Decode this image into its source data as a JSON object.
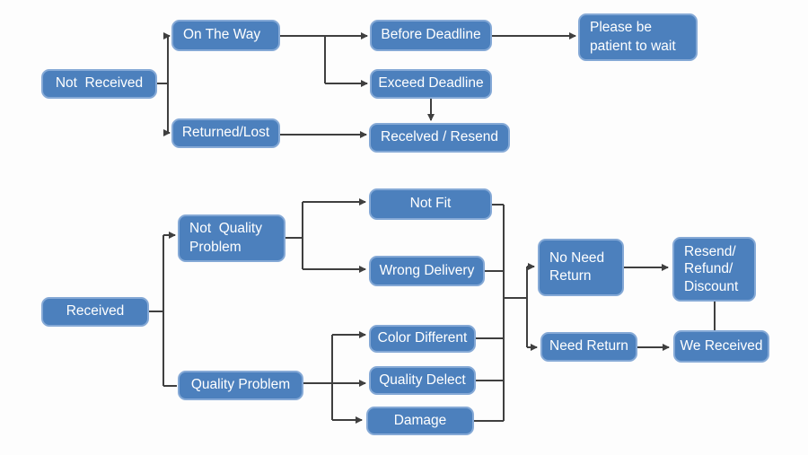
{
  "diagram": {
    "title": "Order status resolution flowchart",
    "colors": {
      "node_fill": "#4c80bd",
      "node_border": "#85a9d6",
      "node_text": "#ffffff",
      "connector": "#3f3f3f",
      "background": "#fdfdfd"
    },
    "nodes": {
      "not_received": {
        "label": "Not  Received"
      },
      "on_the_way": {
        "label": "On The Way"
      },
      "returned_lost": {
        "label": "Returned/Lost"
      },
      "before_deadline": {
        "label": "Before Deadline"
      },
      "exceed_deadline": {
        "label": "Exceed Deadline"
      },
      "received_resend": {
        "label": "Recelved / Resend"
      },
      "please_wait": {
        "label": "Please be\npatient to wait"
      },
      "received": {
        "label": "Received"
      },
      "not_quality_problem": {
        "label": "Not  Quality\nProblem"
      },
      "quality_problem": {
        "label": "Quality Problem"
      },
      "not_fit": {
        "label": "Not Fit"
      },
      "wrong_delivery": {
        "label": "Wrong Delivery"
      },
      "color_different": {
        "label": "Color Different"
      },
      "quality_delect": {
        "label": "Quality Delect"
      },
      "damage": {
        "label": "Damage"
      },
      "no_need_return": {
        "label": "No Need\nReturn"
      },
      "resend_refund_discount": {
        "label": "Resend/\nRefund/\nDiscount"
      },
      "need_return": {
        "label": "Need Return"
      },
      "we_received": {
        "label": "We Received"
      }
    },
    "edges": [
      {
        "from": "not_received",
        "to": "on_the_way"
      },
      {
        "from": "not_received",
        "to": "returned_lost"
      },
      {
        "from": "on_the_way",
        "to": "before_deadline"
      },
      {
        "from": "on_the_way",
        "to": "exceed_deadline"
      },
      {
        "from": "before_deadline",
        "to": "please_wait"
      },
      {
        "from": "exceed_deadline",
        "to": "received_resend"
      },
      {
        "from": "returned_lost",
        "to": "received_resend"
      },
      {
        "from": "received",
        "to": "not_quality_problem"
      },
      {
        "from": "received",
        "to": "quality_problem"
      },
      {
        "from": "not_quality_problem",
        "to": "not_fit"
      },
      {
        "from": "not_quality_problem",
        "to": "wrong_delivery"
      },
      {
        "from": "quality_problem",
        "to": "color_different"
      },
      {
        "from": "quality_problem",
        "to": "quality_delect"
      },
      {
        "from": "quality_problem",
        "to": "damage"
      },
      {
        "from": "not_fit",
        "to": "return_decision_junction"
      },
      {
        "from": "wrong_delivery",
        "to": "return_decision_junction"
      },
      {
        "from": "color_different",
        "to": "return_decision_junction"
      },
      {
        "from": "quality_delect",
        "to": "return_decision_junction"
      },
      {
        "from": "damage",
        "to": "return_decision_junction"
      },
      {
        "from": "return_decision_junction",
        "to": "no_need_return"
      },
      {
        "from": "return_decision_junction",
        "to": "need_return"
      },
      {
        "from": "no_need_return",
        "to": "resend_refund_discount"
      },
      {
        "from": "need_return",
        "to": "we_received"
      },
      {
        "from": "resend_refund_discount",
        "to": "we_received"
      }
    ]
  }
}
